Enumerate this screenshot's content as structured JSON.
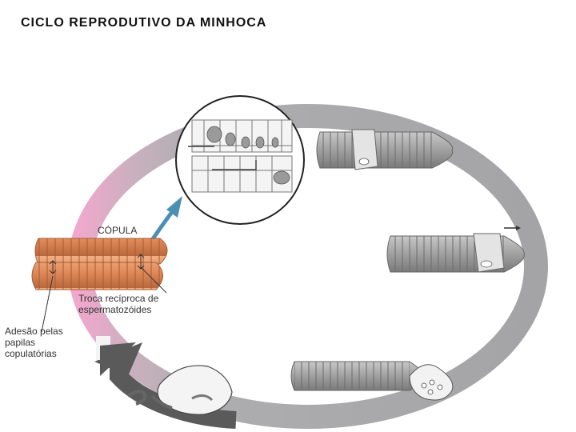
{
  "title": "CICLO REPRODUTIVO DA MINHOCA",
  "labels": {
    "copula": "CÓPULA",
    "troca": [
      "Troca recíproca de",
      "espermatozóides"
    ],
    "adesao": [
      "Adesão pelas",
      "papilas",
      "copulatórias"
    ]
  },
  "colors": {
    "ring": "#a9a9ab",
    "ring_highlight": "#f0a8cc",
    "copulating_worms": "#e08a5a",
    "grey_worms": "#a0a0a0",
    "arrow_blue": "#4b8fb4",
    "arrow_dark": "#5a5a5a"
  }
}
